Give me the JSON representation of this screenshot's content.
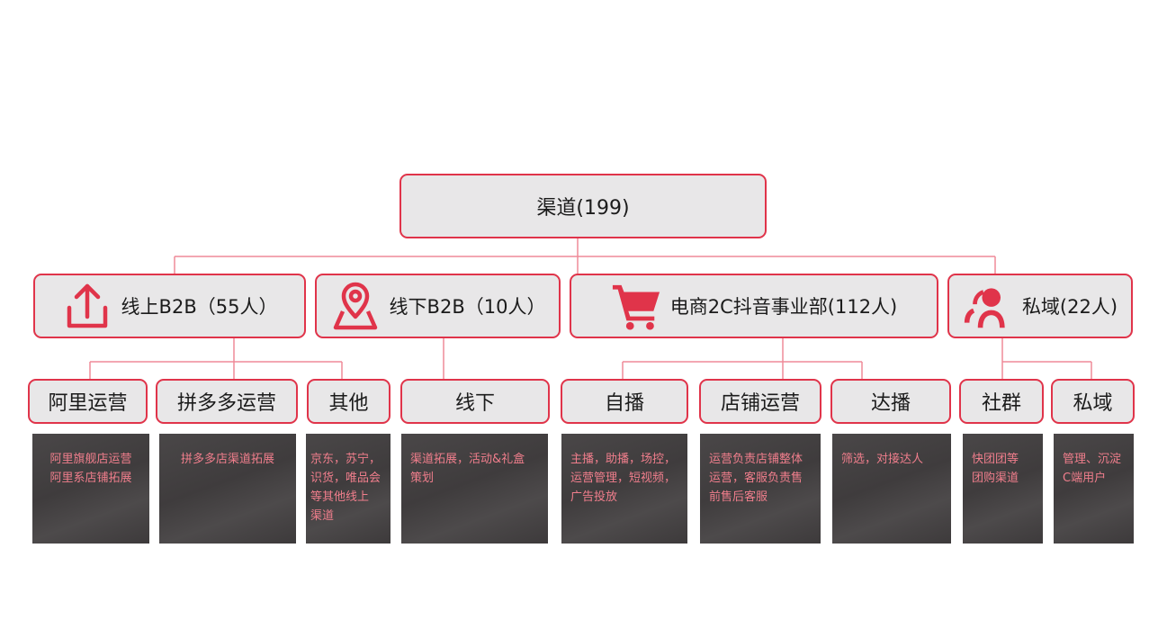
{
  "root": {
    "label": "渠道(199)"
  },
  "level1": [
    {
      "label": "线上B2B（55人）",
      "icon": "upload-icon"
    },
    {
      "label": "线下B2B（10人）",
      "icon": "location-pin-icon"
    },
    {
      "label": "电商2C抖音事业部(112人)",
      "icon": "shopping-cart-icon"
    },
    {
      "label": "私域(22人)",
      "icon": "users-icon"
    }
  ],
  "level2": [
    {
      "label": "阿里运营",
      "desc": [
        "阿里旗舰店运营",
        "阿里系店铺拓展"
      ]
    },
    {
      "label": "拼多多运营",
      "desc": [
        "拼多多店渠道拓展"
      ]
    },
    {
      "label": "其他",
      "desc": [
        "京东，苏宁，",
        "识货，唯品会",
        "等其他线上",
        "渠道"
      ]
    },
    {
      "label": "线下",
      "desc": [
        "渠道拓展，活动&礼盒",
        "策划"
      ]
    },
    {
      "label": "自播",
      "desc": [
        "主播，助播，场控，",
        "运营管理，短视频，",
        "广告投放"
      ]
    },
    {
      "label": "店铺运营",
      "desc": [
        "运营负责店铺整体",
        "运营，客服负责售",
        "前售后客服"
      ]
    },
    {
      "label": "达播",
      "desc": [
        "筛选，对接达人"
      ]
    },
    {
      "label": "社群",
      "desc": [
        "快团团等",
        "团购渠道"
      ]
    },
    {
      "label": "私域",
      "desc": [
        "管理、沉淀",
        "C端用户"
      ]
    }
  ],
  "colors": {
    "accent": "#e0344a",
    "box_fill": "#e8e7e8",
    "panel_fill": "#454243",
    "panel_text": "#f07e8c",
    "connector": "#ef8a98"
  }
}
